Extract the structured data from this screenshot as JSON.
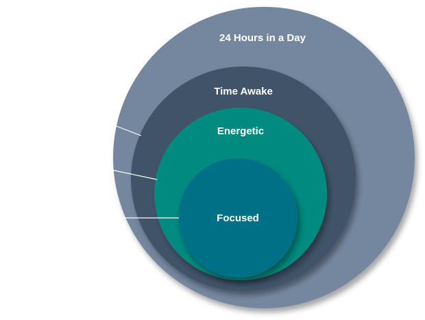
{
  "diagram": {
    "type": "nested-circles",
    "rings": [
      {
        "id": "day",
        "label": "24 Hours in a Day",
        "color": "#74879f"
      },
      {
        "id": "awake",
        "label": "Time Awake",
        "color": "#3f5269"
      },
      {
        "id": "energetic",
        "label": "Energetic",
        "color": "#008a80"
      },
      {
        "id": "focused",
        "label": "Focused",
        "color": "#006f86"
      }
    ],
    "connector_color": "#ffffff"
  }
}
